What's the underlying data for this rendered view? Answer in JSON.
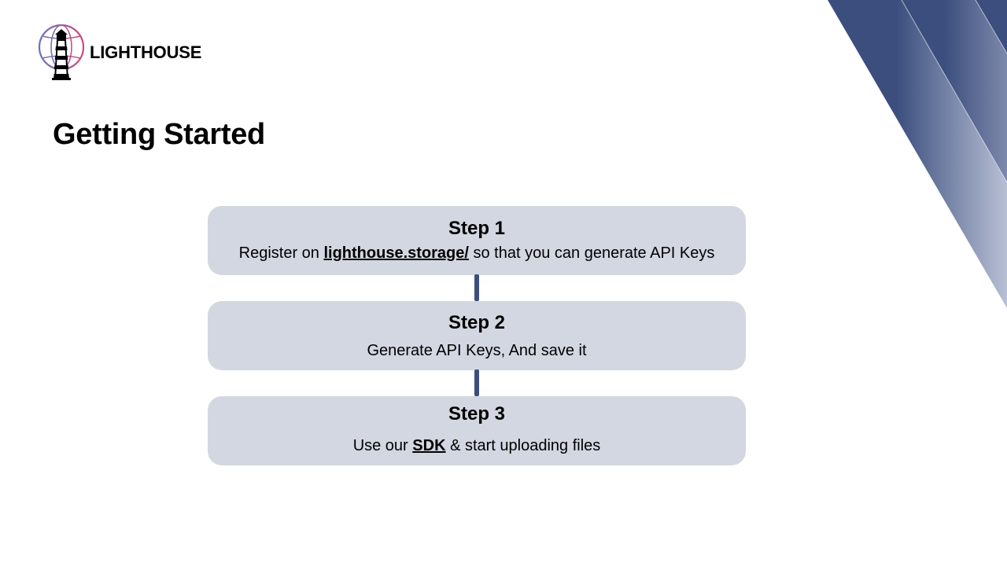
{
  "brand": {
    "name": "LIGHTHOUSE",
    "logo_icon": "lighthouse-globe-icon"
  },
  "slide": {
    "title": "Getting Started"
  },
  "steps": [
    {
      "title": "Step 1",
      "desc_before": "Register on ",
      "link": "lighthouse.storage/",
      "desc_after": " so that you can generate API Keys"
    },
    {
      "title": "Step 2",
      "desc": "Generate API Keys, And save it"
    },
    {
      "title": "Step 3",
      "desc_before": "Use our ",
      "link": "SDK",
      "desc_after": " & start uploading files"
    }
  ],
  "colors": {
    "accent": "#3b4e7e",
    "card": "#d3d7e1",
    "logo_gradient_start": "#6a74c0",
    "logo_gradient_end": "#d04a7e"
  }
}
